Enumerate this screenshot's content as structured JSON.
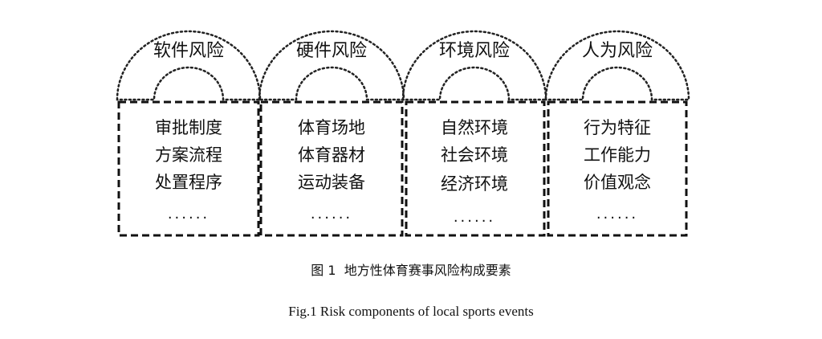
{
  "groups": [
    {
      "title": "软件风险",
      "items": [
        "审批制度",
        "方案流程",
        "处置程序"
      ],
      "ellipsis": "......"
    },
    {
      "title": "硬件风险",
      "items": [
        "体育场地",
        "体育器材",
        "运动装备"
      ],
      "ellipsis": "......"
    },
    {
      "title": "环境风险",
      "items": [
        "自然环境",
        "社会环境",
        "经济环境"
      ],
      "ellipsis": "......"
    },
    {
      "title": "人为风险",
      "items": [
        "行为特征",
        "工作能力",
        "价值观念"
      ],
      "ellipsis": "......"
    }
  ],
  "caption": {
    "cn": "图 1  地方性体育赛事风险构成要素",
    "en": "Fig.1 Risk components of local sports events"
  }
}
